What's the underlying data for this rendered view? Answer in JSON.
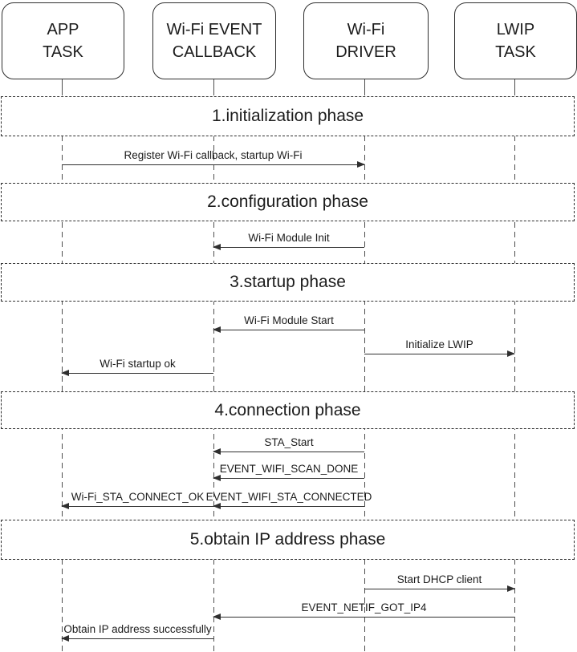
{
  "participants": [
    {
      "id": "app-task",
      "line1": "APP",
      "line2": "TASK"
    },
    {
      "id": "wifi-event-callback",
      "line1": "Wi-Fi EVENT",
      "line2": "CALLBACK"
    },
    {
      "id": "wifi-driver",
      "line1": "Wi-Fi",
      "line2": "DRIVER"
    },
    {
      "id": "lwip-task",
      "line1": "LWIP",
      "line2": "TASK"
    }
  ],
  "phases": [
    {
      "label": "1.initialization phase"
    },
    {
      "label": "2.configuration phase"
    },
    {
      "label": "3.startup phase"
    },
    {
      "label": "4.connection phase"
    },
    {
      "label": "5.obtain IP address phase"
    }
  ],
  "messages": [
    {
      "label": "Register Wi-Fi callback, startup Wi-Fi",
      "from": "APP TASK",
      "to": "Wi-Fi DRIVER",
      "direction": "right",
      "phase": "1.initialization phase"
    },
    {
      "label": "Wi-Fi Module Init",
      "from": "Wi-Fi DRIVER",
      "to": "Wi-Fi EVENT CALLBACK",
      "direction": "left",
      "phase": "2.configuration phase"
    },
    {
      "label": "Wi-Fi Module Start",
      "from": "Wi-Fi DRIVER",
      "to": "Wi-Fi EVENT CALLBACK",
      "direction": "left",
      "phase": "3.startup phase"
    },
    {
      "label": "Initialize LWIP",
      "from": "Wi-Fi DRIVER",
      "to": "LWIP TASK",
      "direction": "right",
      "phase": "3.startup phase"
    },
    {
      "label": "Wi-Fi startup ok",
      "from": "Wi-Fi EVENT CALLBACK",
      "to": "APP TASK",
      "direction": "left",
      "phase": "3.startup phase"
    },
    {
      "label": "STA_Start",
      "from": "Wi-Fi DRIVER",
      "to": "Wi-Fi EVENT CALLBACK",
      "direction": "left",
      "phase": "4.connection phase"
    },
    {
      "label": "EVENT_WIFI_SCAN_DONE",
      "from": "Wi-Fi DRIVER",
      "to": "Wi-Fi EVENT CALLBACK",
      "direction": "left",
      "phase": "4.connection phase"
    },
    {
      "label": "Wi-Fi_STA_CONNECT_OK",
      "from": "Wi-Fi EVENT CALLBACK",
      "to": "APP TASK",
      "direction": "left",
      "phase": "4.connection phase"
    },
    {
      "label": "EVENT_WIFI_STA_CONNECTED",
      "from": "Wi-Fi DRIVER",
      "to": "Wi-Fi EVENT CALLBACK",
      "direction": "left",
      "phase": "4.connection phase"
    },
    {
      "label": "Start DHCP client",
      "from": "Wi-Fi DRIVER",
      "to": "LWIP TASK",
      "direction": "right",
      "phase": "5.obtain IP address phase"
    },
    {
      "label": "EVENT_NETIF_GOT_IP4",
      "from": "LWIP TASK",
      "to": "Wi-Fi EVENT CALLBACK",
      "direction": "left",
      "phase": "5.obtain IP address phase"
    },
    {
      "label": "Obtain IP address successfully",
      "from": "Wi-Fi EVENT CALLBACK",
      "to": "APP TASK",
      "direction": "left",
      "phase": "5.obtain IP address phase"
    }
  ],
  "colors": {
    "line": "#2f2f2f",
    "text": "#1c1c1c",
    "background": "#ffffff"
  }
}
